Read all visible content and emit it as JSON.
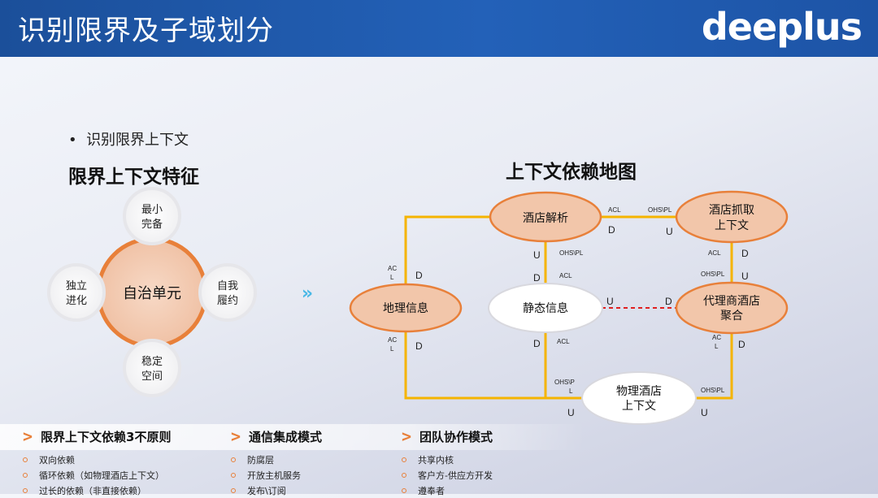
{
  "header": {
    "title": "识别限界及子域划分",
    "logo": "deeplus"
  },
  "bullet": "识别限界上下文",
  "left_title": "限界上下文特征",
  "map_title": "上下文依赖地图",
  "features": {
    "center": "自治单元",
    "top": [
      "最小",
      "完备"
    ],
    "right": [
      "自我",
      "履约"
    ],
    "bottom": [
      "稳定",
      "空间"
    ],
    "left": [
      "独立",
      "进化"
    ]
  },
  "arrow_glyph": "»",
  "nodes": {
    "hotel_parse": [
      "酒店解析"
    ],
    "hotel_crawl": [
      "酒店抓取",
      "上下文"
    ],
    "geo": [
      "地理信息"
    ],
    "static": [
      "静态信息"
    ],
    "agent": [
      "代理商酒店",
      "聚合"
    ],
    "physical": [
      "物理酒店",
      "上下文"
    ]
  },
  "labels": {
    "acl": "ACL",
    "ohs_pl": "OHS\\PL",
    "ac": "AC",
    "l": "L",
    "ohs_p": "OHS\\P",
    "u": "U",
    "d": "D"
  },
  "bottom": [
    {
      "title": "限界上下文依赖3不原则",
      "items": [
        "双向依赖",
        "循环依赖（如物理酒店上下文）",
        "过长的依赖（非直接依赖）"
      ]
    },
    {
      "title": "通信集成模式",
      "items": [
        "防腐层",
        "开放主机服务",
        "发布\\订阅"
      ]
    },
    {
      "title": "团队协作模式",
      "items": [
        "共享内核",
        "客户方-供应方开发",
        "遵奉者"
      ]
    }
  ],
  "colors": {
    "header": "#2361b8",
    "orange": "#e8803a",
    "yellow": "#f5b400",
    "red": "#e02020",
    "node_fill": "#f2c6aa"
  }
}
